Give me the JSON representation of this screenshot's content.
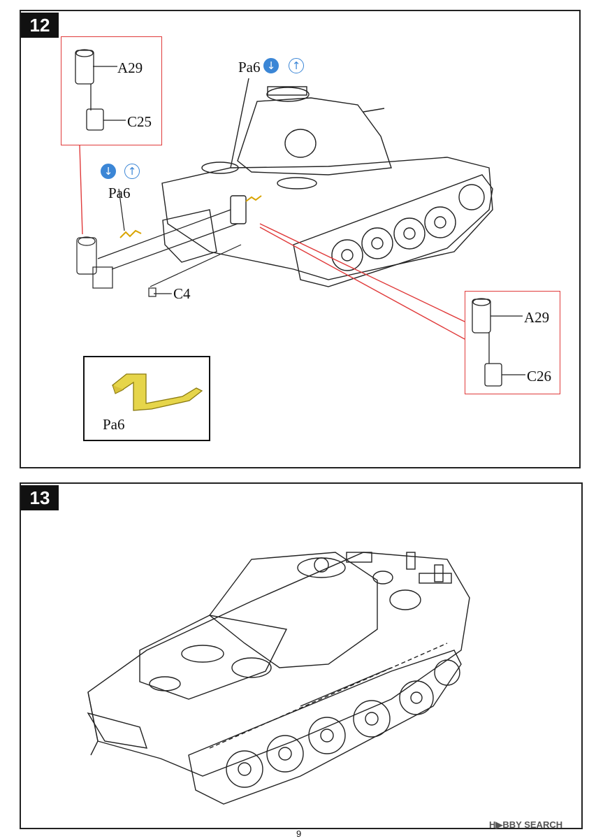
{
  "steps": [
    {
      "number": "12",
      "labels": {
        "a29_left": "A29",
        "c25": "C25",
        "pa6_top": "Pa6",
        "pa6_left": "Pa6",
        "c4": "C4",
        "a29_right": "A29",
        "c26": "C26",
        "pa6_inset": "Pa6"
      },
      "icons": [
        "bend-down-icon",
        "bend-up-icon"
      ],
      "colors": {
        "callout_line": "#e03a3a",
        "icon_blue": "#3b86d6",
        "photo_etch_part": "#d9c23a"
      }
    },
    {
      "number": "13"
    }
  ],
  "footer": {
    "page_number": "9",
    "watermark": "H▶BBY SEARCH"
  }
}
